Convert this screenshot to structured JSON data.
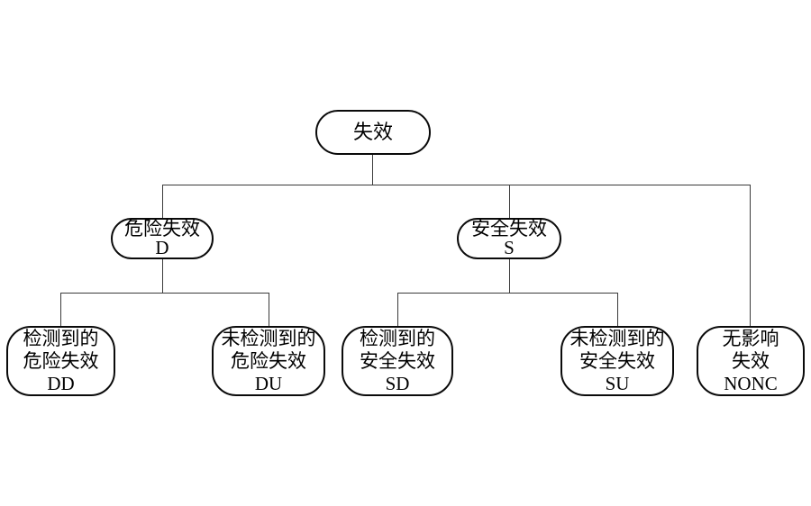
{
  "diagram": {
    "type": "tree",
    "description": "failure classification tree",
    "nodes": {
      "root": {
        "lines": [
          "失效"
        ]
      },
      "d": {
        "lines": [
          "危险失效",
          "D"
        ]
      },
      "s": {
        "lines": [
          "安全失效",
          "S"
        ]
      },
      "dd": {
        "lines": [
          "检测到的",
          "危险失效",
          "DD"
        ]
      },
      "du": {
        "lines": [
          "未检测到的",
          "危险失效",
          "DU"
        ]
      },
      "sd": {
        "lines": [
          "检测到的",
          "安全失效",
          "SD"
        ]
      },
      "su": {
        "lines": [
          "未检测到的",
          "安全失效",
          "SU"
        ]
      },
      "nonc": {
        "lines": [
          "无影响",
          "失效",
          "NONC"
        ]
      }
    },
    "edges": [
      [
        "root",
        "d"
      ],
      [
        "root",
        "s"
      ],
      [
        "root",
        "nonc"
      ],
      [
        "d",
        "dd"
      ],
      [
        "d",
        "du"
      ],
      [
        "s",
        "sd"
      ],
      [
        "s",
        "su"
      ]
    ],
    "style": {
      "background": "#ffffff",
      "node_fill": "#ffffff",
      "node_border": "#0a0a0a",
      "connector": "#3a3a3a",
      "text": "#000000"
    }
  }
}
